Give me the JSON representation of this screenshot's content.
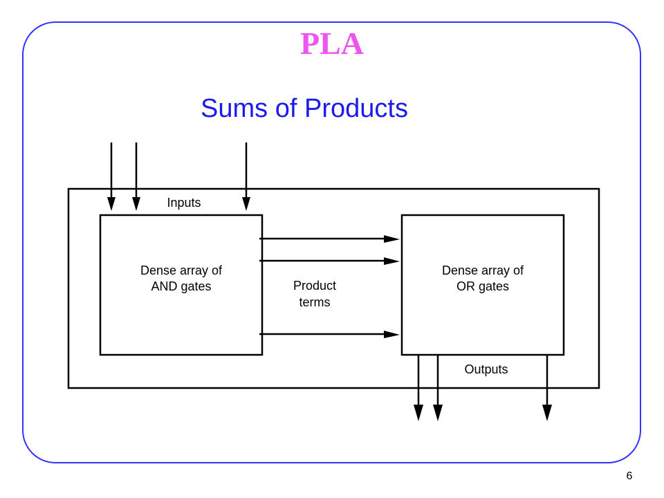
{
  "slide": {
    "title": "PLA",
    "subtitle": "Sums of Products",
    "page_number": "6"
  },
  "diagram": {
    "inputs_label": "Inputs",
    "and_block": {
      "line1": "Dense array of",
      "line2": "AND gates"
    },
    "product_terms": {
      "line1": "Product",
      "line2": "terms"
    },
    "or_block": {
      "line1": "Dense array of",
      "line2": "OR gates"
    },
    "outputs_label": "Outputs"
  },
  "colors": {
    "title": "#ee55ee",
    "subtitle": "#1a1aee",
    "frame": "#3333ff",
    "lines": "#000000"
  }
}
